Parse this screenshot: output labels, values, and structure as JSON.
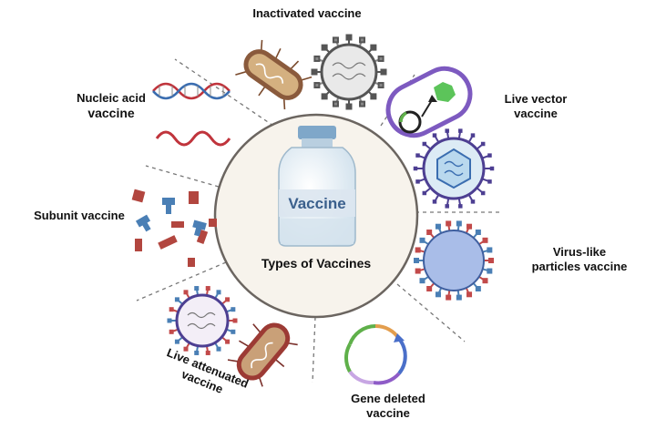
{
  "center": {
    "title": "Types of  Vaccines",
    "vial_label": "Vaccine"
  },
  "vaccines": [
    {
      "id": "inactivated",
      "label_line1": "Inactivated vaccine",
      "label_line2": ""
    },
    {
      "id": "live-vector",
      "label_line1": "Live vector",
      "label_line2": "vaccine"
    },
    {
      "id": "virus-like",
      "label_line1": "Virus-like",
      "label_line2": "particles vaccine"
    },
    {
      "id": "gene-deleted",
      "label_line1": "Gene deleted",
      "label_line2": "vaccine"
    },
    {
      "id": "live-attenuated",
      "label_line1": "Live attenuated",
      "label_line2": "vaccine"
    },
    {
      "id": "subunit",
      "label_line1": "Subunit vaccine",
      "label_line2": ""
    },
    {
      "id": "nucleic-acid",
      "label_line1": "Nucleic acid",
      "label_line2": "vaccine"
    }
  ],
  "colors": {
    "circle_fill": "#f7f3ec",
    "circle_stroke": "#6b6560",
    "bacteria_brown": "#8a5a3c",
    "virus_red": "#c24a4a",
    "virus_blue": "#4a7fb5",
    "dna_red": "#c0343c",
    "dna_blue": "#3a6db0",
    "vlp_fill": "#a9bde8",
    "plasmid_green": "#5fb04a",
    "plasmid_purple": "#8e5cc7"
  }
}
